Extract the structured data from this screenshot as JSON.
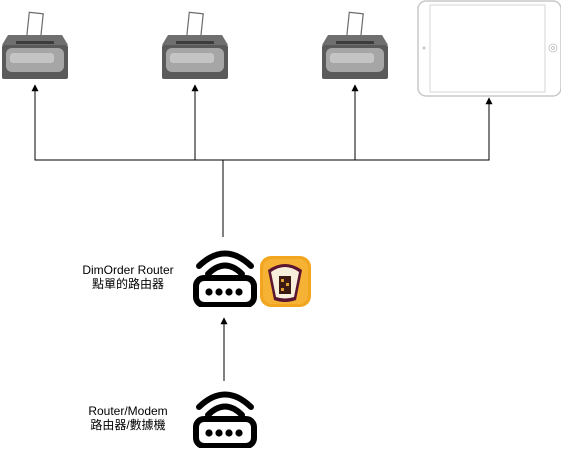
{
  "colors": {
    "line": "#000000",
    "printer_body": "#8c8c8c",
    "printer_dark": "#4d4d4d",
    "tablet_frame": "#c8c8c8",
    "app_icon_bg": "#f2a61f",
    "app_icon_inner": "#5a1630"
  },
  "nodes": {
    "printers": [
      {
        "icon": "printer-icon"
      },
      {
        "icon": "printer-icon"
      },
      {
        "icon": "printer-icon"
      }
    ],
    "tablet": {
      "icon": "tablet-icon"
    },
    "dimorder_router": {
      "label_line1": "DimOrder Router",
      "label_line2": "點單的路由器",
      "icon": "wifi-router-icon",
      "app_icon": "dimorder-app-icon"
    },
    "modem": {
      "label_line1": "Router/Modem",
      "label_line2": "路由器/數據機",
      "icon": "wifi-router-icon"
    }
  }
}
